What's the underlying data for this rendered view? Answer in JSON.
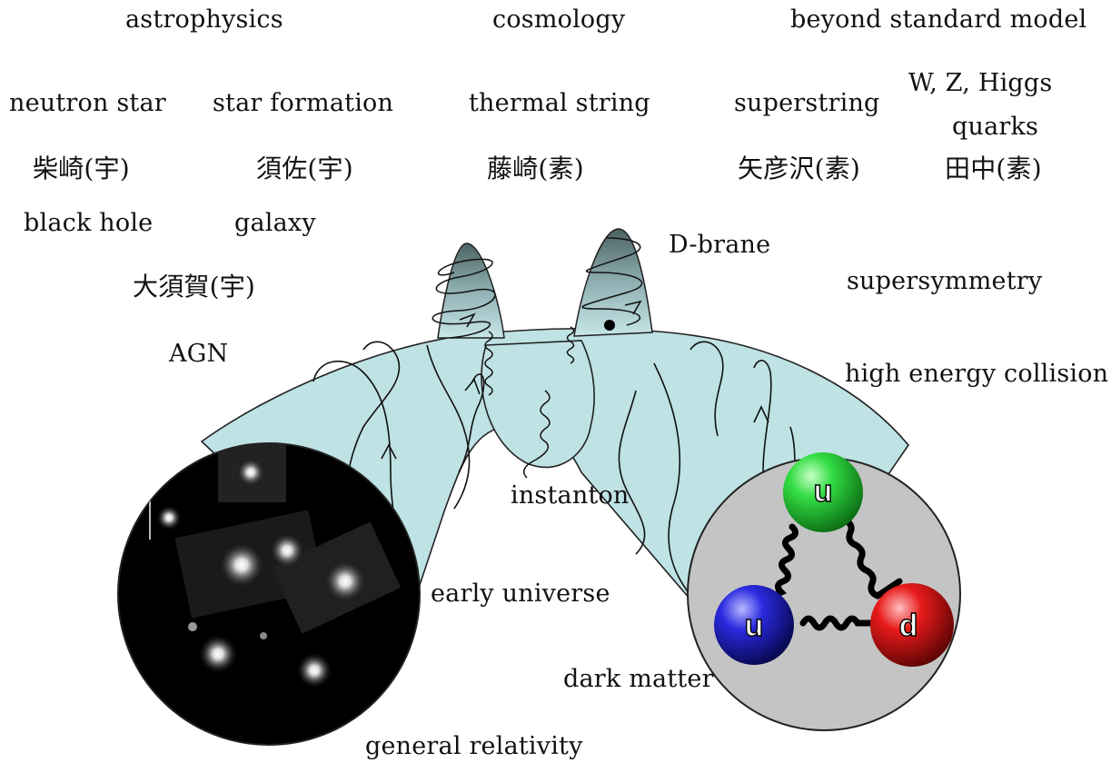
{
  "columns": {
    "astrophysics": "astrophysics",
    "cosmology": "cosmology",
    "beyond": "beyond standard model"
  },
  "labels": {
    "neutron_star": "neutron star",
    "star_formation": "star formation",
    "thermal_string": "thermal string",
    "superstring": "superstring",
    "wzh": "W, Z, Higgs",
    "quarks": "quarks",
    "black_hole": "black hole",
    "galaxy": "galaxy",
    "d_brane": "D-brane",
    "supersymmetry": "supersymmetry",
    "agn": "AGN",
    "high_energy": "high energy collision",
    "instanton": "instanton",
    "early_universe": "early universe",
    "dark_matter": "dark matter",
    "general_relativity": "general relativity"
  },
  "people": {
    "shibasaki": "柴崎(宇)",
    "susa": "須佐(宇)",
    "fujisaki": "藤崎(素)",
    "yahikozawa": "矢彦沢(素)",
    "tanaka": "田中(素)",
    "osuga": "大須賀(宇)"
  },
  "quarks": {
    "top": "u",
    "left": "u",
    "right": "d"
  },
  "colors": {
    "cone_fill": "#bfe2e4",
    "brane_dark": "#5a7070",
    "galaxy_bg": "#000000",
    "hadron_bg": "#c4c4c4",
    "quark_up_top": "#22cc33",
    "quark_up_left": "#2222cc",
    "quark_down": "#dd1111"
  }
}
